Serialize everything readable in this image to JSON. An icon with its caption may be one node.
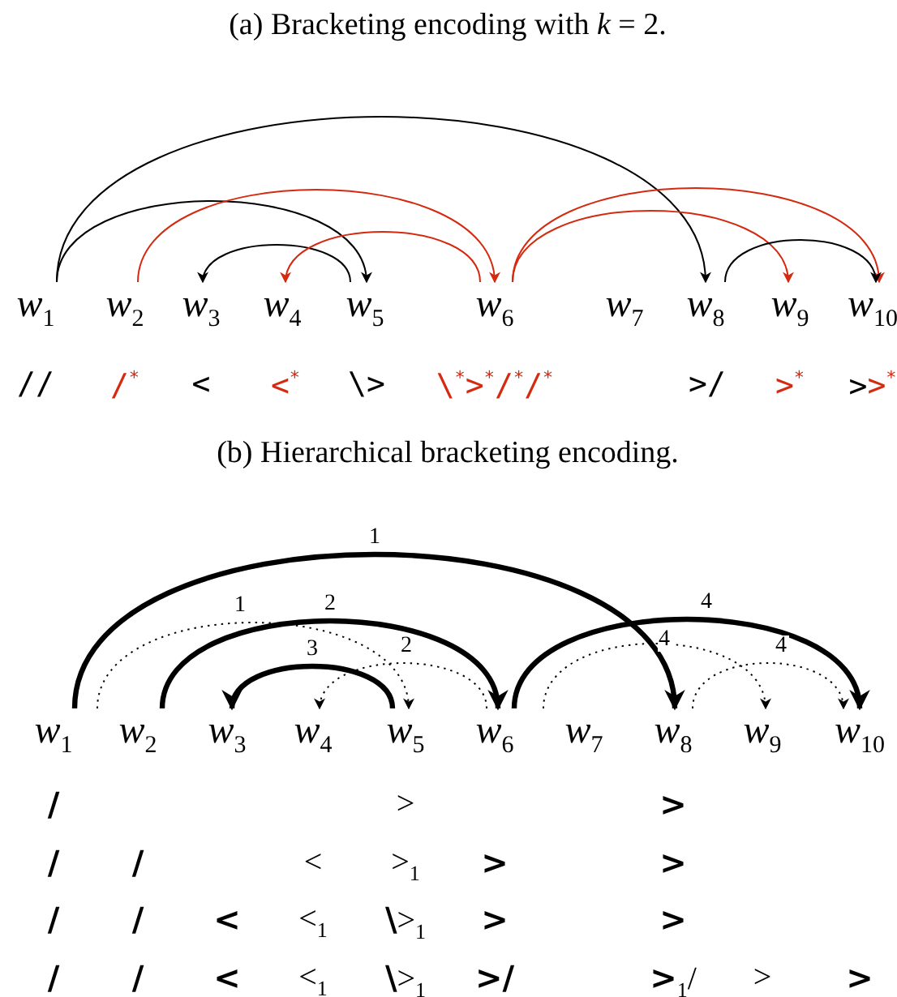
{
  "diagram": {
    "nodes": [
      {
        "text": [
          "w$_{1}$"
        ]
      },
      {
        "text": [
          "w$_{2}$"
        ]
      },
      {
        "text": [
          "w$_{3}$"
        ]
      },
      {
        "text": [
          "w$_{4}$"
        ]
      },
      {
        "text": [
          "w$_{5}$"
        ]
      },
      {
        "text": [
          "w$_{6}$"
        ]
      },
      {
        "text": [
          "w$_{7}$"
        ]
      },
      {
        "text": [
          "w$_{8}$"
        ]
      },
      {
        "text": [
          "w$_{9}$"
        ]
      },
      {
        "text": [
          "w$_{10}$"
        ]
      },
      {
        "text": [
          "w$_{1}$"
        ]
      },
      {
        "text": [
          "w$_{2}$"
        ]
      },
      {
        "text": [
          "w$_{3}$"
        ]
      },
      {
        "text": [
          "w$_{4}$"
        ]
      },
      {
        "text": [
          "w$_{5}$"
        ]
      },
      {
        "text": [
          "w$_{6}$"
        ]
      },
      {
        "text": [
          "w$_{7}$"
        ]
      },
      {
        "text": [
          "w$_{8}$"
        ]
      },
      {
        "text": [
          "w$_{9}$"
        ]
      },
      {
        "text": [
          "w$_{10}$"
        ]
      }
    ],
    "edges": [
      {
        "from": 0,
        "to": 7,
        "arrow": "to"
      },
      {
        "from": 0,
        "to": 4,
        "arrow": "to"
      },
      {
        "from": 1,
        "to": 5,
        "arrow": "to",
        "color": "#d42a10"
      },
      {
        "from": 4,
        "to": 2,
        "arrow": "to"
      },
      {
        "from": 5,
        "to": 3,
        "arrow": "to",
        "color": "#d42a10"
      },
      {
        "from": 5,
        "to": 8,
        "arrow": "to",
        "color": "#d42a10"
      },
      {
        "from": 5,
        "to": 9,
        "arrow": "to",
        "color": "#d42a10"
      },
      {
        "from": 7,
        "to": 9,
        "arrow": "to"
      },
      {
        "from": 10,
        "to": 17,
        "arrow": "to",
        "label": "1",
        "style": "thick"
      },
      {
        "from": 10,
        "to": 14,
        "arrow": "to",
        "label": "1",
        "style": "dashed"
      },
      {
        "from": 11,
        "to": 15,
        "arrow": "to",
        "label": "2",
        "style": "thick"
      },
      {
        "from": 15,
        "to": 13,
        "arrow": "to",
        "label": "2",
        "style": "dashed"
      },
      {
        "from": 14,
        "to": 12,
        "arrow": "to",
        "label": "3",
        "style": "thick"
      },
      {
        "from": 15,
        "to": 19,
        "arrow": "to",
        "label": "4",
        "style": "thick"
      },
      {
        "from": 15,
        "to": 18,
        "arrow": "to",
        "label": "4",
        "style": "dashed"
      },
      {
        "from": 17,
        "to": 19,
        "arrow": "to",
        "label": "4",
        "style": "dashed"
      }
    ],
    "labels": [
      "(a) Bracketing encoding with *k* = 2.",
      "//",
      "/$^{*}$",
      "<",
      "<$^{*}$",
      "\\>",
      "\\$^{*}$>$^{*}$/$^{*}$/$^{*}$",
      ">/",
      ">$^{*}$",
      ">>$^{*}$",
      "(b) Hierarchical bracketing encoding.",
      "/",
      ">",
      ">",
      "/",
      "/",
      "<",
      ">$_{1}$",
      ">",
      ">",
      "/",
      "/",
      "<",
      "<$_{1}$",
      "**\\**>$_{1}$",
      ">",
      ">",
      "/",
      "/",
      "<",
      "<$_{1}$",
      "**\\**>$_{1}$",
      ">/",
      "**>**$_{1}$/",
      ">",
      ">"
    ]
  }
}
